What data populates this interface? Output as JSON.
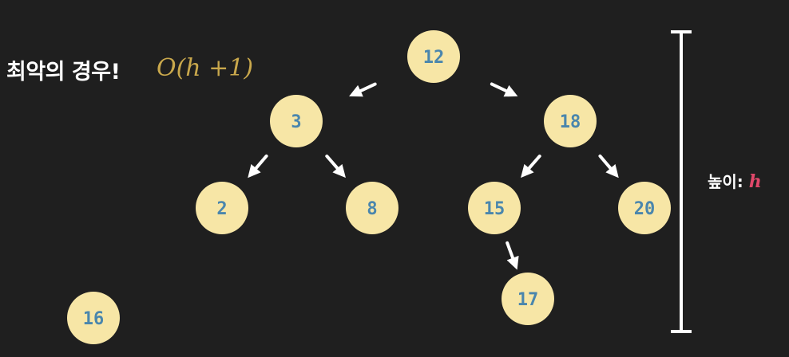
{
  "title": "최악의 경우!",
  "complexity": "O(h +1)",
  "height_label": {
    "text": "높이:",
    "var": "h"
  },
  "colors": {
    "background": "#1f1f1f",
    "node_fill": "#f7e6a6",
    "node_text": "#4a86ad",
    "arrow": "#ffffff",
    "complexity": "#c9a84c",
    "height_var": "#e0486a"
  },
  "tree": {
    "nodes": [
      {
        "id": "n12",
        "value": "12"
      },
      {
        "id": "n3",
        "value": "3"
      },
      {
        "id": "n18",
        "value": "18"
      },
      {
        "id": "n2",
        "value": "2"
      },
      {
        "id": "n8",
        "value": "8"
      },
      {
        "id": "n15",
        "value": "15"
      },
      {
        "id": "n20",
        "value": "20"
      },
      {
        "id": "n17",
        "value": "17"
      }
    ],
    "edges": [
      {
        "from": "n12",
        "to": "n3"
      },
      {
        "from": "n12",
        "to": "n18"
      },
      {
        "from": "n3",
        "to": "n2"
      },
      {
        "from": "n3",
        "to": "n8"
      },
      {
        "from": "n18",
        "to": "n15"
      },
      {
        "from": "n18",
        "to": "n20"
      },
      {
        "from": "n15",
        "to": "n17"
      }
    ]
  },
  "pending_node": {
    "id": "n16",
    "value": "16"
  }
}
